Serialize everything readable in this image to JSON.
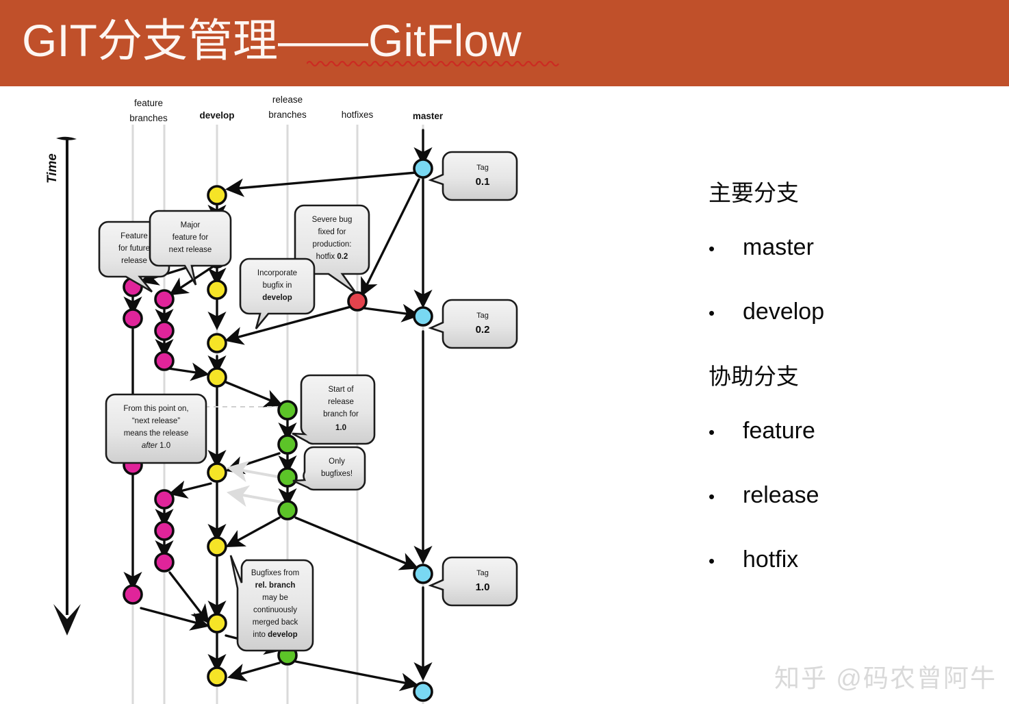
{
  "title": {
    "text": "GIT分支管理——GitFlow",
    "banner_color": "#c0502a",
    "text_color": "#fdf6f2",
    "squiggle_color": "#cc2a22"
  },
  "diagram": {
    "name": "gitflow-branching-model",
    "time_axis_label": "Time",
    "lane_headers": [
      {
        "id": "feature",
        "line1": "feature",
        "line2": "branches",
        "bold": false
      },
      {
        "id": "develop",
        "line1": "develop",
        "line2": "",
        "bold": true
      },
      {
        "id": "release",
        "line1": "release",
        "line2": "branches",
        "bold": false
      },
      {
        "id": "hotfixes",
        "line1": "hotfixes",
        "line2": "",
        "bold": false
      },
      {
        "id": "master",
        "line1": "master",
        "line2": "",
        "bold": true
      }
    ],
    "node_colors": {
      "feature": "#e0249a",
      "develop": "#f5e427",
      "release": "#5cc428",
      "hotfix": "#e4434d",
      "master": "#79d8f2"
    },
    "callouts": [
      {
        "id": "feature-future",
        "lines": [
          {
            "t": "Feature",
            "b": false
          },
          {
            "t": "for future",
            "b": false
          },
          {
            "t": "release",
            "b": false
          }
        ]
      },
      {
        "id": "major-feature",
        "lines": [
          {
            "t": "Major",
            "b": false
          },
          {
            "t": "feature for",
            "b": false
          },
          {
            "t": "next release",
            "b": false
          }
        ]
      },
      {
        "id": "severe-bug",
        "lines": [
          {
            "t": "Severe bug",
            "b": false
          },
          {
            "t": "fixed for",
            "b": false
          },
          {
            "t": "production:",
            "b": false
          },
          {
            "t": "hotfix 0.2",
            "b": "mixed",
            "plain": "hotfix ",
            "bold": "0.2"
          }
        ]
      },
      {
        "id": "incorporate-bugfix",
        "lines": [
          {
            "t": "Incorporate",
            "b": false
          },
          {
            "t": "bugfix in",
            "b": false
          },
          {
            "t": "develop",
            "b": true
          }
        ]
      },
      {
        "id": "next-release-note",
        "lines": [
          {
            "t": "From this point on,",
            "b": false
          },
          {
            "t": "“next release”",
            "b": false
          },
          {
            "t": "means the release",
            "b": false
          },
          {
            "t": "after 1.0",
            "b": "italicmix",
            "italic": "after ",
            "plain2": "1.0"
          }
        ]
      },
      {
        "id": "start-release-1-0",
        "lines": [
          {
            "t": "Start of",
            "b": false
          },
          {
            "t": "release",
            "b": false
          },
          {
            "t": "branch for",
            "b": false
          },
          {
            "t": "1.0",
            "b": true
          }
        ]
      },
      {
        "id": "only-bugfixes",
        "lines": [
          {
            "t": "Only",
            "b": false
          },
          {
            "t": "bugfixes!",
            "b": false
          }
        ]
      },
      {
        "id": "bugfixes-merged-back",
        "lines": [
          {
            "t": "Bugfixes from",
            "b": false
          },
          {
            "t": "rel. branch",
            "b": true
          },
          {
            "t": "may be",
            "b": false
          },
          {
            "t": "continuously",
            "b": false
          },
          {
            "t": "merged back",
            "b": false
          },
          {
            "t": "into develop",
            "b": "mixed",
            "plain": "into ",
            "bold": "develop"
          }
        ]
      }
    ],
    "tags": [
      {
        "id": "tag-0-1",
        "label": "Tag",
        "version": "0.1"
      },
      {
        "id": "tag-0-2",
        "label": "Tag",
        "version": "0.2"
      },
      {
        "id": "tag-1-0",
        "label": "Tag",
        "version": "1.0"
      }
    ]
  },
  "right_panel": {
    "section1_heading": "主要分支",
    "section1_items": [
      "master",
      "develop"
    ],
    "section2_heading": "协助分支",
    "section2_items": [
      "feature",
      "release",
      "hotfix"
    ],
    "bullet_glyph": "•"
  },
  "watermark": {
    "text": "知乎 @码农曾阿牛",
    "color": "#d9d9d9"
  }
}
